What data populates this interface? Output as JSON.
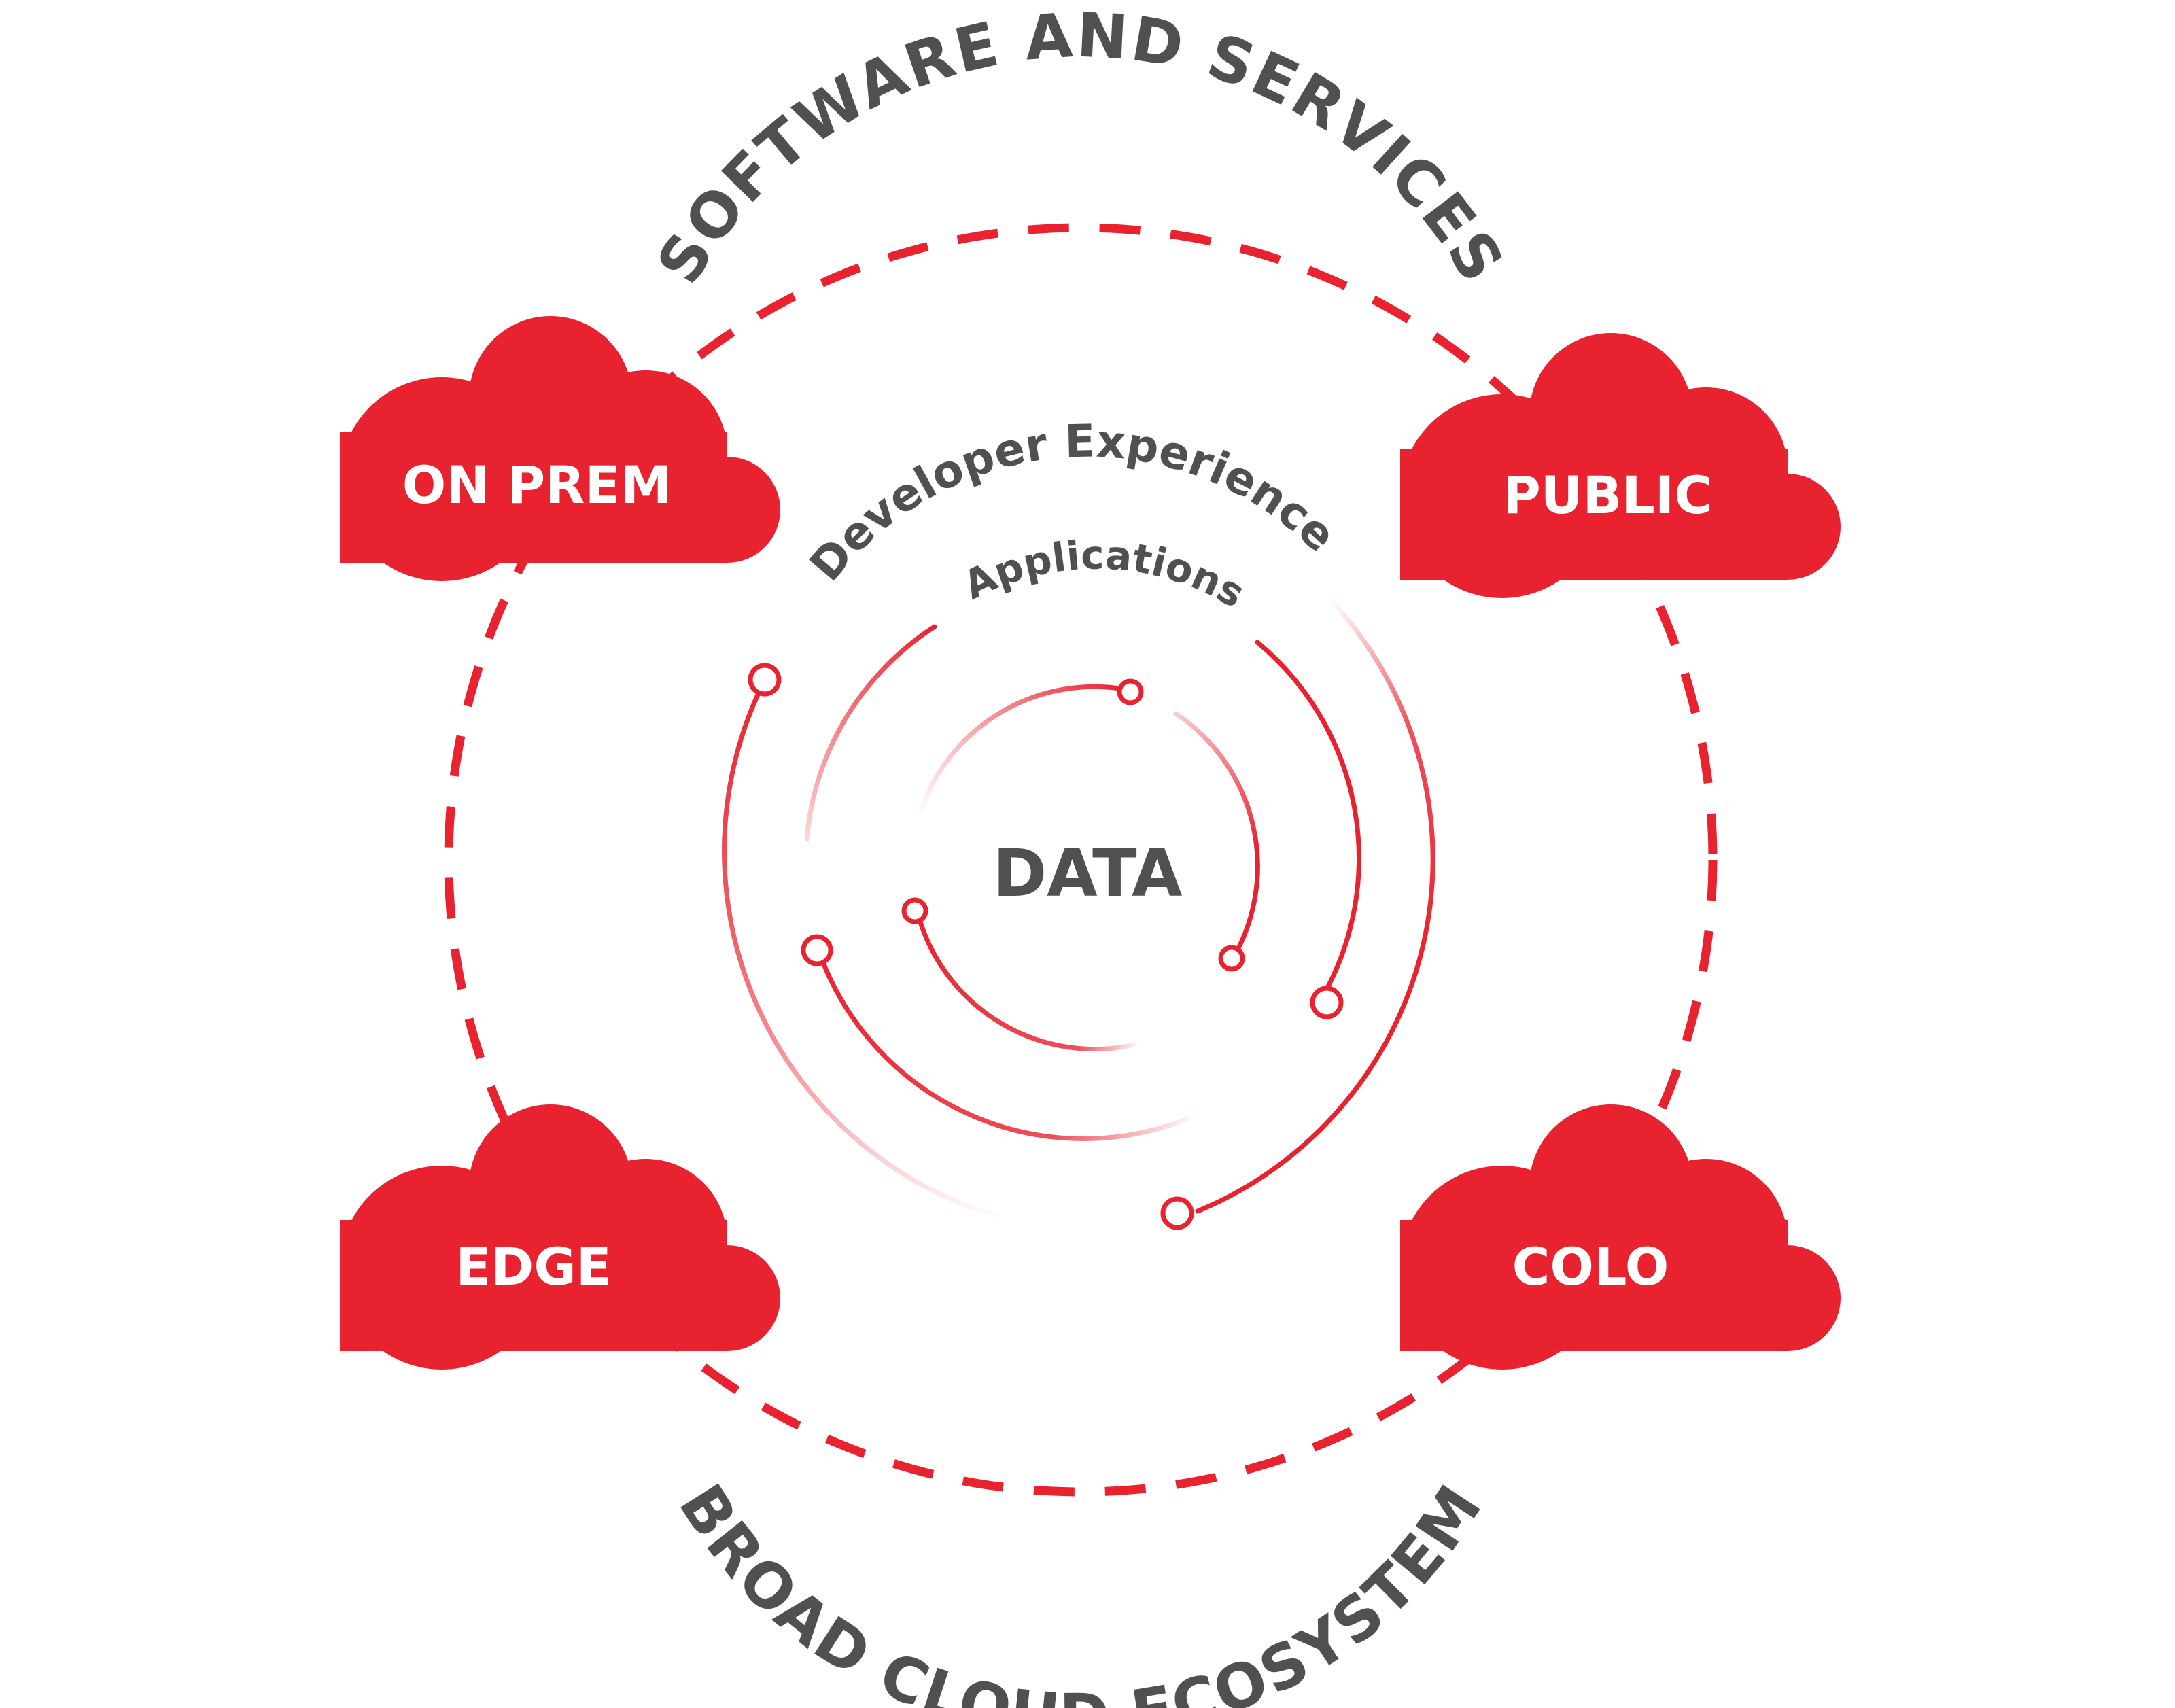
{
  "colors": {
    "accent": "#e8232f",
    "text": "#505050",
    "cloud_text": "#ffffff",
    "background": "#ffffff"
  },
  "outer_ring": {
    "top_label": "SOFTWARE AND SERVICES",
    "bottom_label": "BROAD CLOUD ECOSYSTEM"
  },
  "clouds": {
    "on_prem": "ON PREM",
    "public": "PUBLIC",
    "edge": "EDGE",
    "colo": "COLO"
  },
  "inner": {
    "developer_experience": "Developer Experience",
    "applications": "Applications",
    "center": "DATA"
  }
}
